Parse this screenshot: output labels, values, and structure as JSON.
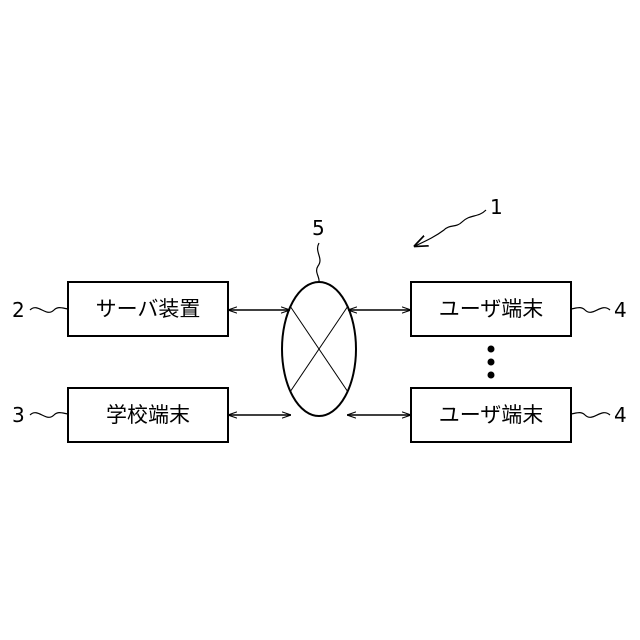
{
  "boxes": {
    "server": "サーバ装置",
    "school": "学校端末",
    "user_top": "ユーザ端末",
    "user_bottom": "ユーザ端末"
  },
  "refs": {
    "system": "1",
    "server": "2",
    "school": "3",
    "user_top": "4",
    "user_bottom": "4",
    "network": "5"
  }
}
